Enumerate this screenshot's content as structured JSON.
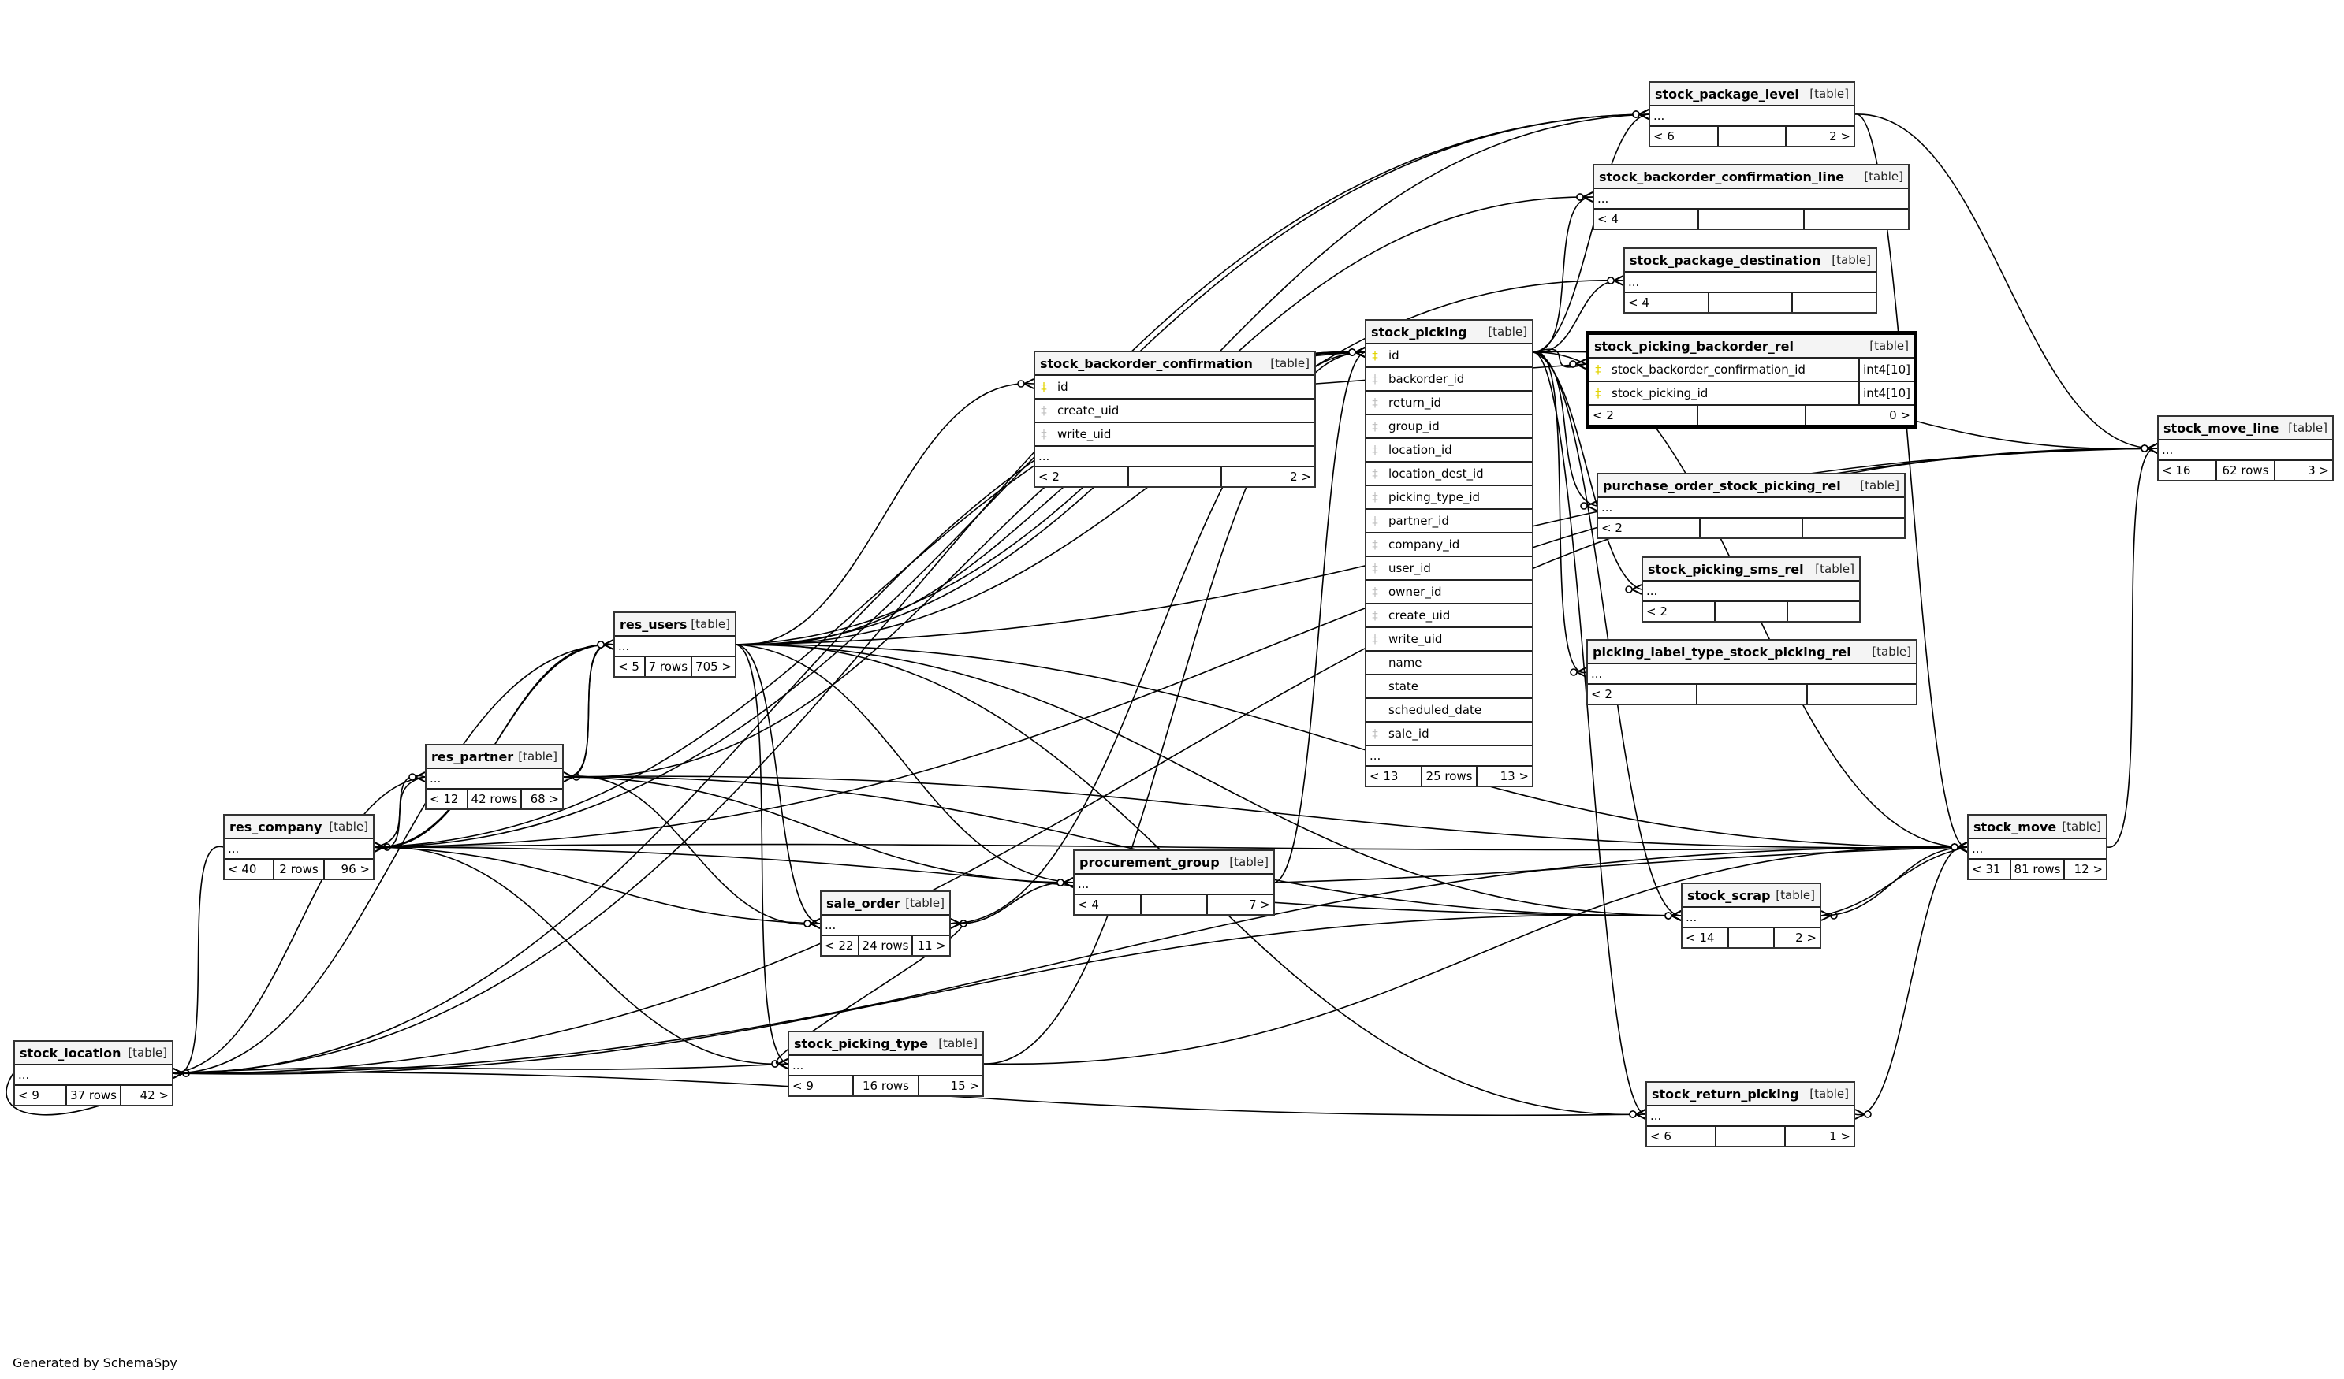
{
  "footer": {
    "credit": "Generated by SchemaSpy"
  },
  "table_kind_label": "[table]",
  "tables": [
    {
      "id": "stock_package_level",
      "name": "stock_package_level",
      "columns": [],
      "parents": "< 6",
      "rows": "",
      "children": "2 >"
    },
    {
      "id": "stock_backorder_confirmation_line",
      "name": "stock_backorder_confirmation_line",
      "columns": [],
      "parents": "< 4",
      "rows": "",
      "children": ""
    },
    {
      "id": "stock_package_destination",
      "name": "stock_package_destination",
      "columns": [],
      "parents": "< 4",
      "rows": "",
      "children": ""
    },
    {
      "id": "stock_picking_backorder_rel",
      "name": "stock_picking_backorder_rel",
      "focus": true,
      "columns": [
        {
          "name": "stock_backorder_confirmation_id",
          "key": "pk",
          "type": "int4[10]"
        },
        {
          "name": "stock_picking_id",
          "key": "pk",
          "type": "int4[10]"
        }
      ],
      "parents": "< 2",
      "rows": "",
      "children": "0 >"
    },
    {
      "id": "stock_move_line",
      "name": "stock_move_line",
      "columns": [],
      "parents": "< 16",
      "rows": "62 rows",
      "children": "3 >"
    },
    {
      "id": "stock_backorder_confirmation",
      "name": "stock_backorder_confirmation",
      "columns": [
        {
          "name": "id",
          "key": "pk"
        },
        {
          "name": "create_uid",
          "key": "fk"
        },
        {
          "name": "write_uid",
          "key": "fk"
        }
      ],
      "parents": "< 2",
      "rows": "",
      "children": "2 >"
    },
    {
      "id": "stock_picking",
      "name": "stock_picking",
      "columns": [
        {
          "name": "id",
          "key": "pk"
        },
        {
          "name": "backorder_id",
          "key": "fk"
        },
        {
          "name": "return_id",
          "key": "fk"
        },
        {
          "name": "group_id",
          "key": "fk"
        },
        {
          "name": "location_id",
          "key": "fk"
        },
        {
          "name": "location_dest_id",
          "key": "fk"
        },
        {
          "name": "picking_type_id",
          "key": "fk"
        },
        {
          "name": "partner_id",
          "key": "fk"
        },
        {
          "name": "company_id",
          "key": "fk"
        },
        {
          "name": "user_id",
          "key": "fk"
        },
        {
          "name": "owner_id",
          "key": "fk"
        },
        {
          "name": "create_uid",
          "key": "fk"
        },
        {
          "name": "write_uid",
          "key": "fk"
        },
        {
          "name": "name",
          "key": ""
        },
        {
          "name": "state",
          "key": ""
        },
        {
          "name": "scheduled_date",
          "key": ""
        },
        {
          "name": "sale_id",
          "key": "fk"
        }
      ],
      "parents": "< 13",
      "rows": "25 rows",
      "children": "13 >"
    },
    {
      "id": "purchase_order_stock_picking_rel",
      "name": "purchase_order_stock_picking_rel",
      "columns": [],
      "parents": "< 2",
      "rows": "",
      "children": ""
    },
    {
      "id": "stock_picking_sms_rel",
      "name": "stock_picking_sms_rel",
      "columns": [],
      "parents": "< 2",
      "rows": "",
      "children": ""
    },
    {
      "id": "picking_label_type_stock_picking_rel",
      "name": "picking_label_type_stock_picking_rel",
      "columns": [],
      "parents": "< 2",
      "rows": "",
      "children": ""
    },
    {
      "id": "res_users",
      "name": "res_users",
      "columns": [],
      "parents": "< 5",
      "rows": "7 rows",
      "children": "705 >"
    },
    {
      "id": "res_partner",
      "name": "res_partner",
      "columns": [],
      "parents": "< 12",
      "rows": "42 rows",
      "children": "68 >"
    },
    {
      "id": "res_company",
      "name": "res_company",
      "columns": [],
      "parents": "< 40",
      "rows": "2 rows",
      "children": "96 >"
    },
    {
      "id": "stock_move",
      "name": "stock_move",
      "columns": [],
      "parents": "< 31",
      "rows": "81 rows",
      "children": "12 >"
    },
    {
      "id": "procurement_group",
      "name": "procurement_group",
      "columns": [],
      "parents": "< 4",
      "rows": "",
      "children": "7 >"
    },
    {
      "id": "sale_order",
      "name": "sale_order",
      "columns": [],
      "parents": "< 22",
      "rows": "24 rows",
      "children": "11 >"
    },
    {
      "id": "stock_scrap",
      "name": "stock_scrap",
      "columns": [],
      "parents": "< 14",
      "rows": "",
      "children": "2 >"
    },
    {
      "id": "stock_location",
      "name": "stock_location",
      "columns": [],
      "parents": "< 9",
      "rows": "37 rows",
      "children": "42 >"
    },
    {
      "id": "stock_picking_type",
      "name": "stock_picking_type",
      "columns": [],
      "parents": "< 9",
      "rows": "16 rows",
      "children": "15 >"
    },
    {
      "id": "stock_return_picking",
      "name": "stock_return_picking",
      "columns": [],
      "parents": "< 6",
      "rows": "",
      "children": "1 >"
    }
  ],
  "relationships": [
    [
      "stock_picking",
      "stock_picking_backorder_rel"
    ],
    [
      "stock_backorder_confirmation",
      "stock_picking_backorder_rel"
    ],
    [
      "stock_picking",
      "stock_package_level"
    ],
    [
      "stock_picking",
      "stock_backorder_confirmation_line"
    ],
    [
      "stock_picking",
      "stock_package_destination"
    ],
    [
      "stock_picking",
      "purchase_order_stock_picking_rel"
    ],
    [
      "stock_picking",
      "stock_picking_sms_rel"
    ],
    [
      "stock_picking",
      "picking_label_type_stock_picking_rel"
    ],
    [
      "stock_picking",
      "stock_move_line"
    ],
    [
      "stock_picking",
      "stock_move"
    ],
    [
      "stock_picking",
      "stock_scrap"
    ],
    [
      "stock_picking",
      "stock_return_picking"
    ],
    [
      "res_users",
      "stock_backorder_confirmation"
    ],
    [
      "res_users",
      "stock_picking"
    ],
    [
      "res_users",
      "stock_package_level"
    ],
    [
      "res_users",
      "stock_move_line"
    ],
    [
      "res_users",
      "stock_move"
    ],
    [
      "res_users",
      "stock_scrap"
    ],
    [
      "res_users",
      "sale_order"
    ],
    [
      "res_users",
      "procurement_group"
    ],
    [
      "res_users",
      "stock_picking_type"
    ],
    [
      "res_users",
      "stock_return_picking"
    ],
    [
      "res_users",
      "res_partner"
    ],
    [
      "res_users",
      "res_company"
    ],
    [
      "res_users",
      "stock_location"
    ],
    [
      "res_users",
      "stock_backorder_confirmation_line"
    ],
    [
      "res_users",
      "stock_package_destination"
    ],
    [
      "res_partner",
      "stock_picking"
    ],
    [
      "res_partner",
      "sale_order"
    ],
    [
      "res_partner",
      "stock_move"
    ],
    [
      "res_partner",
      "stock_scrap"
    ],
    [
      "res_partner",
      "procurement_group"
    ],
    [
      "res_partner",
      "res_users"
    ],
    [
      "res_partner",
      "res_company"
    ],
    [
      "res_partner",
      "stock_location"
    ],
    [
      "res_company",
      "stock_picking"
    ],
    [
      "res_company",
      "stock_move"
    ],
    [
      "res_company",
      "stock_move_line"
    ],
    [
      "res_company",
      "stock_scrap"
    ],
    [
      "res_company",
      "sale_order"
    ],
    [
      "res_company",
      "res_users"
    ],
    [
      "res_company",
      "res_partner"
    ],
    [
      "res_company",
      "stock_location"
    ],
    [
      "res_company",
      "stock_picking_type"
    ],
    [
      "res_company",
      "stock_package_level"
    ],
    [
      "stock_location",
      "stock_picking"
    ],
    [
      "stock_location",
      "stock_move"
    ],
    [
      "stock_location",
      "stock_move_line"
    ],
    [
      "stock_location",
      "stock_scrap"
    ],
    [
      "stock_location",
      "stock_picking_type"
    ],
    [
      "stock_location",
      "stock_return_picking"
    ],
    [
      "stock_location",
      "stock_package_level"
    ],
    [
      "stock_location",
      "stock_location"
    ],
    [
      "stock_picking_type",
      "stock_picking"
    ],
    [
      "stock_picking_type",
      "stock_move"
    ],
    [
      "stock_picking_type",
      "sale_order"
    ],
    [
      "procurement_group",
      "stock_picking"
    ],
    [
      "procurement_group",
      "stock_move"
    ],
    [
      "procurement_group",
      "sale_order"
    ],
    [
      "sale_order",
      "stock_picking"
    ],
    [
      "sale_order",
      "procurement_group"
    ],
    [
      "stock_move",
      "stock_move_line"
    ],
    [
      "stock_move",
      "stock_scrap"
    ],
    [
      "stock_move",
      "stock_return_picking"
    ],
    [
      "stock_package_level",
      "stock_move"
    ],
    [
      "stock_package_level",
      "stock_move_line"
    ],
    [
      "stock_scrap",
      "stock_move"
    ]
  ]
}
